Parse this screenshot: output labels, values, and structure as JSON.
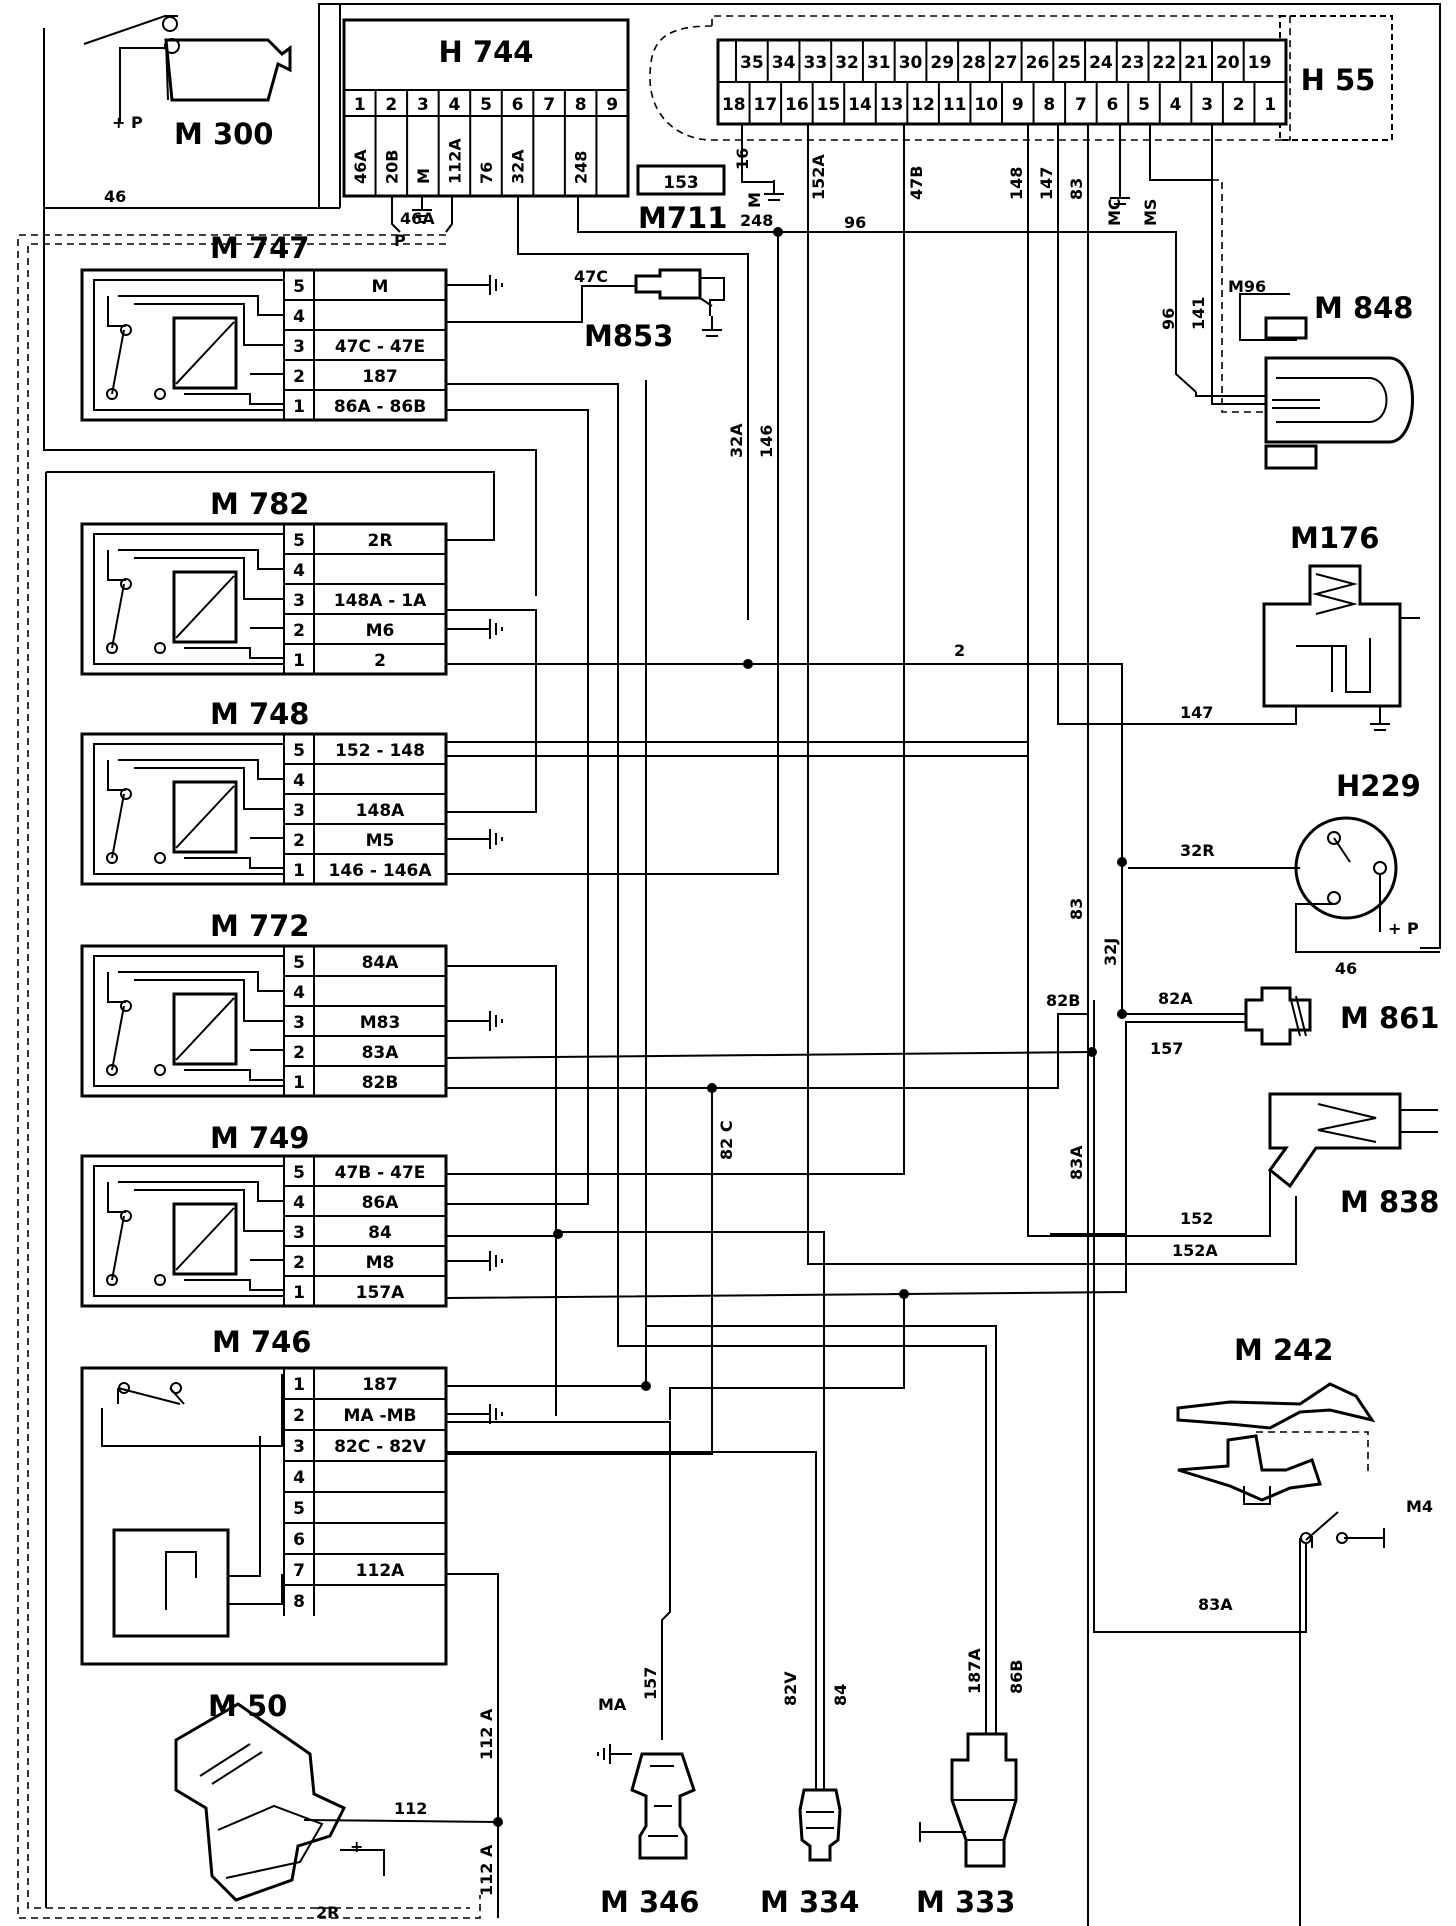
{
  "components": {
    "m300": "M 300",
    "h744": "H 744",
    "h55": "H 55",
    "m711": "M711",
    "m747": "M 747",
    "m853": "M853",
    "m848": "M 848",
    "m782": "M 782",
    "m176": "M176",
    "m748": "M 748",
    "h229": "H229",
    "m772": "M 772",
    "m861": "M 861",
    "m749": "M 749",
    "m838": "M 838",
    "m746": "M 746",
    "m242": "M 242",
    "m50": "M 50",
    "m346": "M 346",
    "m334": "M 334",
    "m333": "M 333"
  },
  "h744_pins": [
    "1",
    "2",
    "3",
    "4",
    "5",
    "6",
    "7",
    "8",
    "9"
  ],
  "h744_wires": [
    "46A",
    "20B",
    "M",
    "112A",
    "76",
    "32A",
    "248"
  ],
  "h55_pins_top": [
    "35",
    "34",
    "33",
    "32",
    "31",
    "30",
    "29",
    "28",
    "27",
    "26",
    "25",
    "24",
    "23",
    "22",
    "21",
    "20",
    "19"
  ],
  "h55_pins_bottom": [
    "18",
    "17",
    "16",
    "15",
    "14",
    "13",
    "12",
    "11",
    "10",
    "9",
    "8",
    "7",
    "6",
    "5",
    "4",
    "3",
    "2",
    "1"
  ],
  "h55_wires": [
    "16",
    "152A",
    "47B",
    "148",
    "147",
    "83",
    "MC",
    "MS"
  ],
  "m711_box": "153",
  "m711_wires": [
    "M",
    "248"
  ],
  "relays": {
    "m747": [
      "M",
      "",
      "47C - 47E",
      "187",
      "86A - 86B"
    ],
    "m782": [
      "2R",
      "",
      "148A - 1A",
      "M6",
      "2"
    ],
    "m748": [
      "152 - 148",
      "",
      "148A",
      "M5",
      "146 - 146A"
    ],
    "m772": [
      "84A",
      "",
      "M83",
      "83A",
      "82B"
    ],
    "m749": [
      "47B - 47E",
      "86A",
      "84",
      "M8",
      "157A"
    ]
  },
  "relay_pins": [
    "5",
    "4",
    "3",
    "2",
    "1"
  ],
  "m746_pins": [
    "1",
    "2",
    "3",
    "4",
    "5",
    "6",
    "7",
    "8"
  ],
  "m746_rows": [
    "187",
    "MA -MB",
    "82C - 82V",
    "",
    "",
    "",
    "112A",
    ""
  ],
  "wire_labels": {
    "w46_top": "46",
    "w46a": "46A",
    "w_p_m300": "+ P",
    "w_p_h744": "P",
    "w96": "96",
    "w96_v": "96",
    "w141": "141",
    "w_m96": "M96",
    "w47c": "47C",
    "w32a": "32A",
    "w146": "146",
    "w2": "2",
    "w147": "147",
    "w32r": "32R",
    "w46_h229": "46",
    "w_p_h229": "+ P",
    "w83": "83",
    "w32j": "32J",
    "w82b": "82B",
    "w82a": "82A",
    "w157": "157",
    "w82c": "82 C",
    "w83a_v": "83A",
    "w152": "152",
    "w152a": "152A",
    "w_m4": "M4",
    "w83a_h": "83A",
    "w157_v": "157",
    "w82v": "82V",
    "w84": "84",
    "w187a": "187A",
    "w86b": "86B",
    "w_ma": "MA",
    "w112a_top": "112 A",
    "w112a_bot": "112 A",
    "w112": "112",
    "w2r": "2R",
    "w_plus": "+"
  }
}
